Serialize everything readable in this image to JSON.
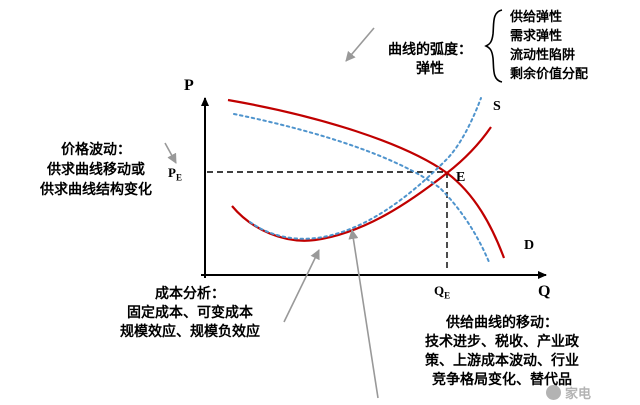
{
  "colors": {
    "curve_solid_red": "#c00000",
    "curve_dotted_blue": "#4f94cd",
    "arrow_gray": "#999999",
    "axis_black": "#000000",
    "watermark_gray": "#b3b3b3"
  },
  "axis": {
    "p": "P",
    "q": "Q"
  },
  "curves": {
    "supply": "S",
    "demand": "D"
  },
  "equilibrium": {
    "e": "E",
    "pe_base": "P",
    "pe_sub": "E",
    "qe_base": "Q",
    "qe_sub": "E"
  },
  "annotations": {
    "elasticity": {
      "title_line1": "曲线的弧度：",
      "title_line2": "弹性",
      "items": [
        "供给弹性",
        "需求弹性",
        "流动性陷阱",
        "剩余价值分配"
      ]
    },
    "price_fluctuation": {
      "lines": [
        "价格波动：",
        "供求曲线移动或",
        "供求曲线结构变化"
      ]
    },
    "cost_analysis": {
      "lines": [
        "成本分析：",
        "固定成本、可变成本",
        "规模效应、规模负效应"
      ]
    },
    "supply_shift": {
      "lines": [
        "供给曲线的移动：",
        "技术进步、税收、产业政",
        "策、上游成本波动、行业",
        "竞争格局变化、替代品"
      ]
    }
  },
  "watermark": {
    "text": "家电"
  }
}
